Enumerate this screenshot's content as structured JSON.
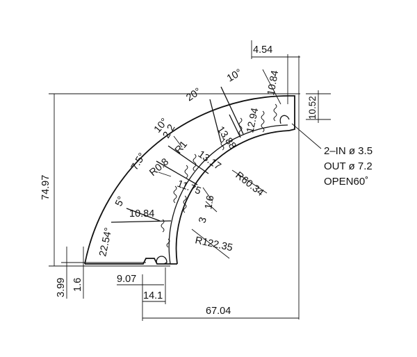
{
  "dimensions": {
    "height_total": "74.97",
    "width_total": "67.04",
    "top_width": "4.54",
    "top_thickness": "10.84",
    "right_offset": "10.52",
    "flange_height_outer": "3.99",
    "flange_height_inner": "1.6",
    "bottom_offset": "9.07",
    "bottom_width": "14.1",
    "outer_radius": "R122.35",
    "inner_radius": "R60.34",
    "small_radius": "R0.8",
    "radius_1": "R1",
    "wall_1": "1.6",
    "wall_2": "3",
    "rib_a": "12.94",
    "rib_b": "13.88",
    "rib_c": "13.17",
    "rib_d": "11.75",
    "rib_e": "10.84",
    "rib_f": "2.2"
  },
  "angles": {
    "a1": "10°",
    "a2": "20°",
    "a3": "10°",
    "a4": "7.5°",
    "a5": "5°",
    "a6": "22.54°"
  },
  "note": {
    "line1": "2–IN ø 3.5",
    "line2": "OUT ø 7.2",
    "line3": "OPEN60˚"
  }
}
